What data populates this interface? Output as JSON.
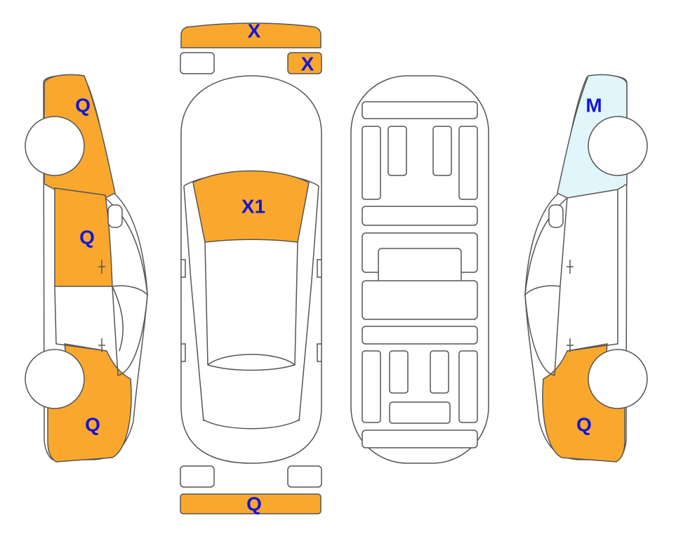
{
  "colors": {
    "damage_orange": "#FAA82D",
    "paint_light_blue": "#E0F6FB",
    "outline": "#555555",
    "label_blue": "#1515D6",
    "background": "#FFFFFF"
  },
  "labels": {
    "front_bumper": "X",
    "front_right_bar": "X",
    "windshield": "X1",
    "left_front_fender": "Q",
    "left_front_door": "Q",
    "left_rear_quarter": "Q",
    "right_front_fender": "M",
    "right_rear_quarter": "Q",
    "rear_bumper": "Q"
  }
}
